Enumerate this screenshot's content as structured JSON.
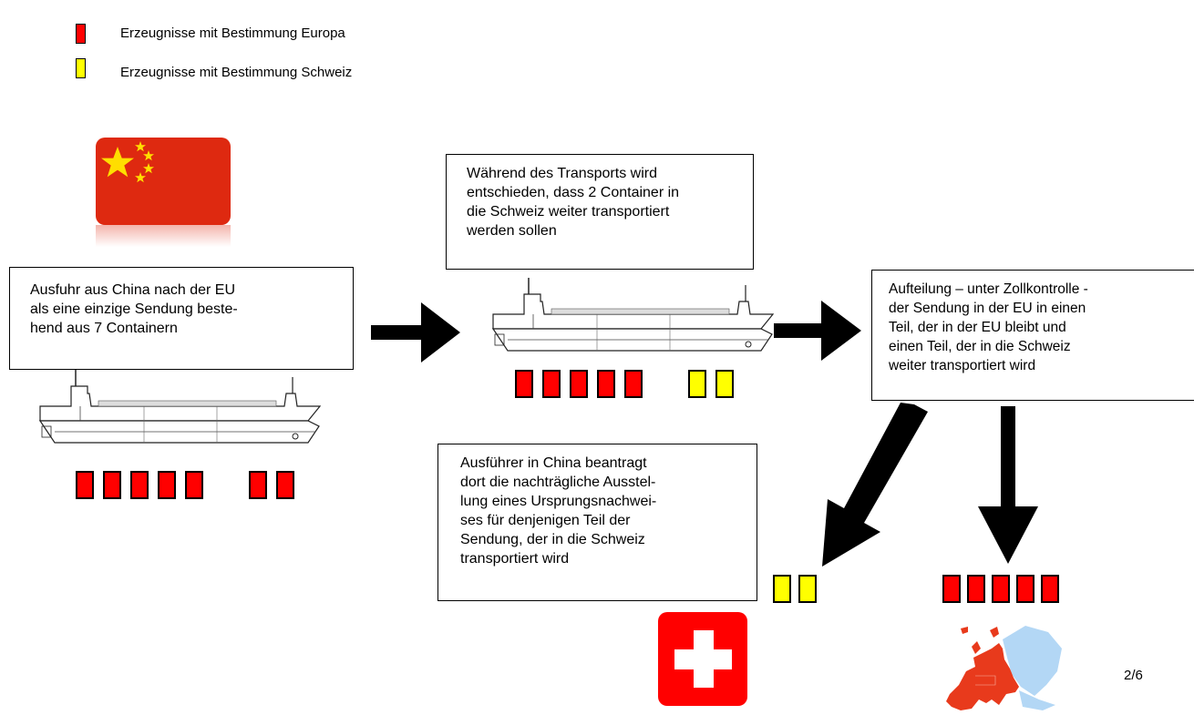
{
  "legend": [
    {
      "label": "Erzeugnisse mit Bestimmung Europa",
      "color": "#ff0000"
    },
    {
      "label": "Erzeugnisse mit Bestimmung Schweiz",
      "color": "#ffff00"
    }
  ],
  "boxes": {
    "export": "Ausfuhr aus China nach der EU\nals eine einzige Sendung beste-\nhend aus 7 Containern",
    "transport": "Während des Transports wird\nentschieden, dass 2 Container in\ndie Schweiz weiter transportiert\nwerden sollen",
    "split": "Aufteilung – unter Zollkontrolle -\nder Sendung in der EU in einen\nTeil, der in der EU bleibt und\neinen Teil, der in die Schweiz\nweiter transportiert wird",
    "exporter": "Ausführer in China beantragt\ndort die nachträgliche Ausstel-\nlung eines Ursprungsnachwei-\nses für denjenigen Teil der\nSendung, der in die Schweiz\ntransportiert wird"
  },
  "container_groups": {
    "start": [
      "red",
      "red",
      "red",
      "red",
      "red",
      "gap",
      "red",
      "red"
    ],
    "transit": [
      "red",
      "red",
      "red",
      "red",
      "red",
      "gap",
      "yellow",
      "yellow"
    ],
    "switzerland": [
      "yellow",
      "yellow"
    ],
    "eu": [
      "red",
      "red",
      "red",
      "red",
      "red"
    ]
  },
  "flags": {
    "china": {
      "icon": "china-flag-icon",
      "red": "#de2910",
      "yellow": "#ffde00"
    },
    "switzerland": {
      "icon": "swiss-flag-icon",
      "red": "#ff0000"
    },
    "europe_map": {
      "icon": "europe-map-icon",
      "eu_color": "#e83a1c",
      "other_color": "#b3d7f5"
    }
  },
  "page_number": "2/6"
}
